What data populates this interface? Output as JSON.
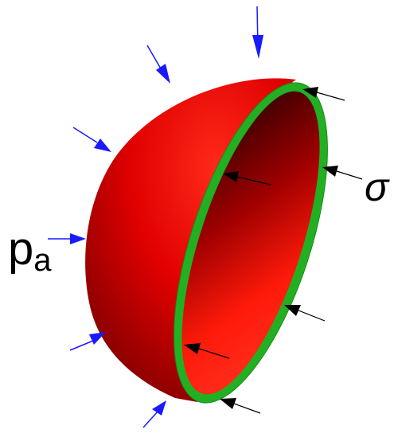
{
  "labels": {
    "external_pressure": "p",
    "external_pressure_subscript": "a",
    "stress": "σ"
  },
  "colors": {
    "background": "#ffffff",
    "shell_outer_light": "#ff2a1a",
    "shell_outer_mid": "#e00000",
    "shell_outer_dark": "#6a0000",
    "shell_inner_light": "#ff1a0a",
    "shell_inner_dark": "#4a0000",
    "cut_face": "#22b022",
    "pressure_arrow": "#1a1aff",
    "stress_arrow": "#000000"
  },
  "icons": {
    "pressure_arrows": "blue-arrow-icon",
    "stress_arrows": "black-arrow-icon"
  }
}
